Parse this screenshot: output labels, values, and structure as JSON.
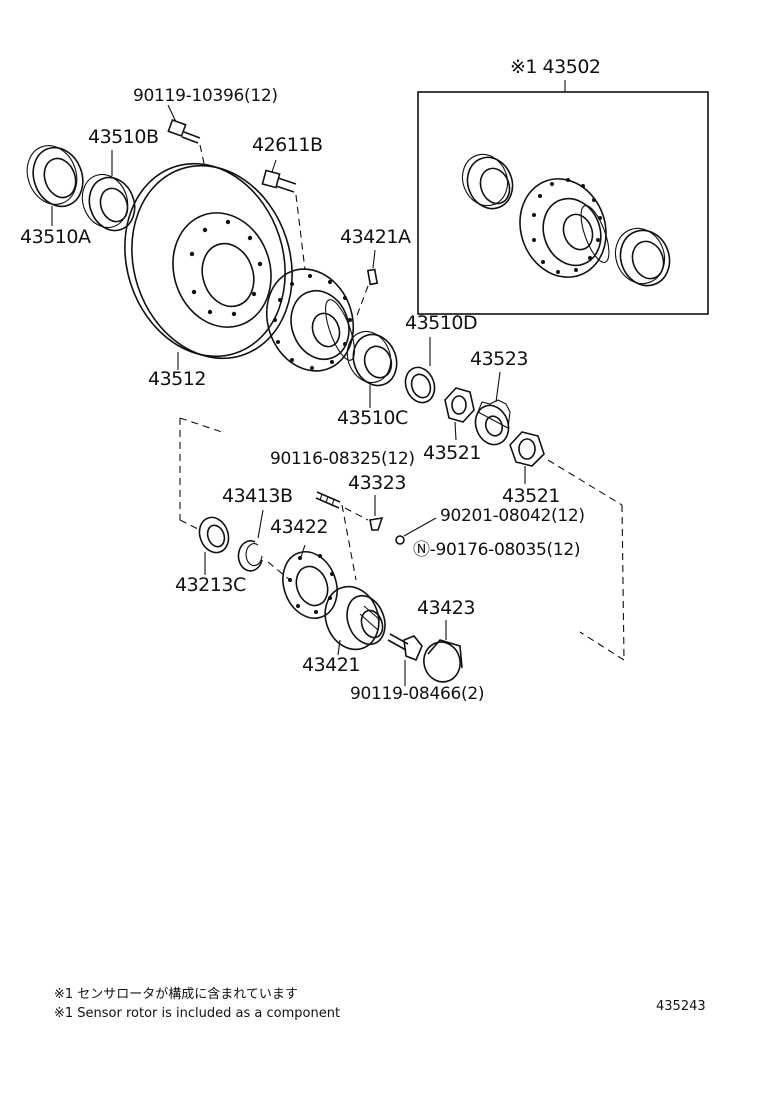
{
  "assembly_box": {
    "label": "※1 43502"
  },
  "parts": {
    "p90119_10396": "90119-10396(12)",
    "p43510B": "43510B",
    "p42611B": "42611B",
    "p43510A": "43510A",
    "p43421A": "43421A",
    "p43510D": "43510D",
    "p43512": "43512",
    "p43523": "43523",
    "p43510C": "43510C",
    "p43521a": "43521",
    "p90116_08325": "90116-08325(12)",
    "p43323": "43323",
    "p43521b": "43521",
    "p43413B": "43413B",
    "p90201_08042": "90201-08042(12)",
    "p43422": "43422",
    "p90176_08035": "Ⓝ-90176-08035(12)",
    "p43213C": "43213C",
    "p43423": "43423",
    "p43421": "43421",
    "p90119_08466": "90119-08466(2)"
  },
  "footnotes": {
    "jp": "※1 センサロータが構成に含まれています",
    "en": "※1 Sensor rotor is included as a component"
  },
  "diagram_code": "435243"
}
